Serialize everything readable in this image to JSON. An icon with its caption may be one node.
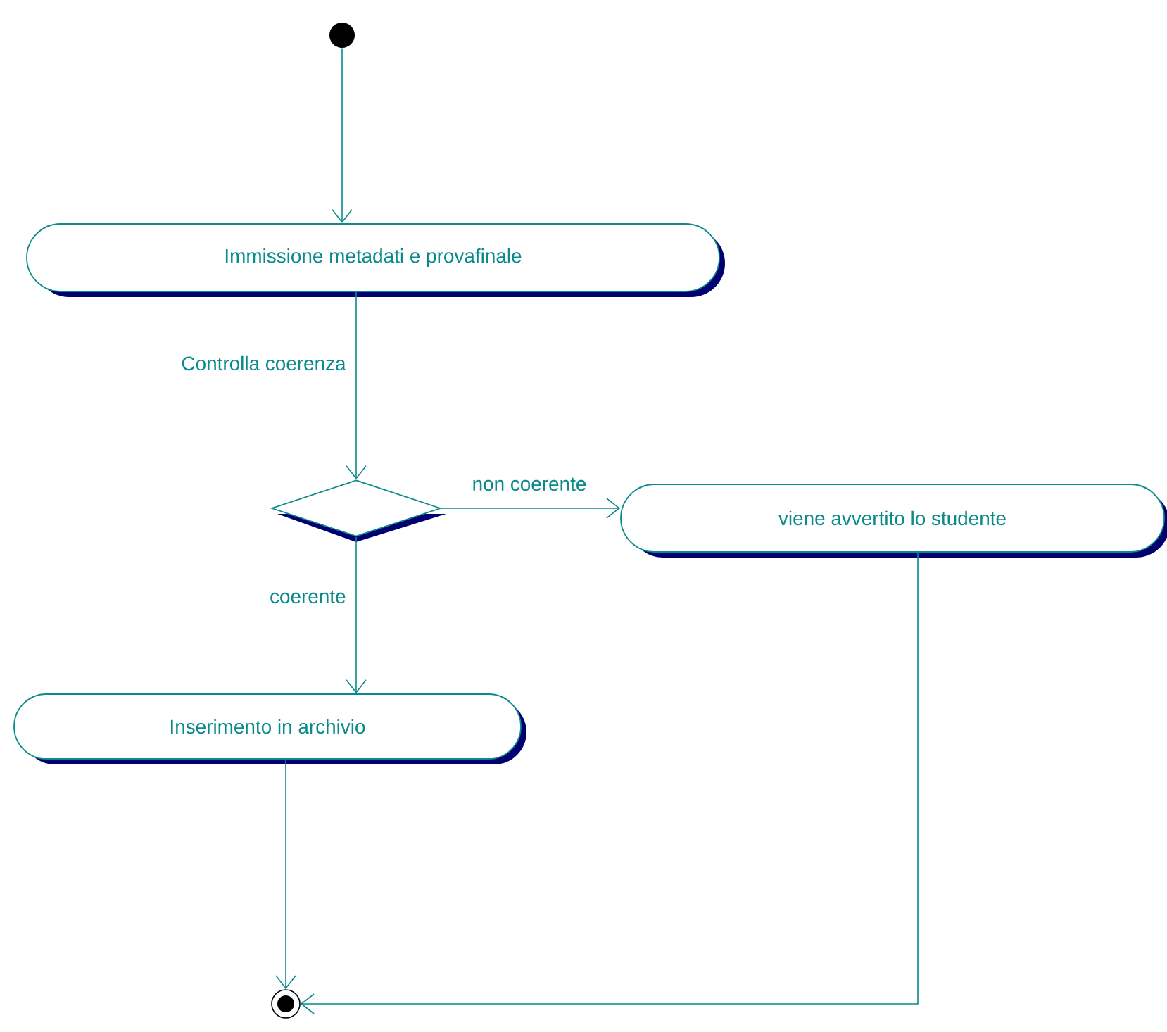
{
  "diagram": {
    "nodes": [
      {
        "text": [],
        "shape": "circle"
      },
      {
        "text": [
          "Immissione metadati e provafinale"
        ]
      },
      {
        "text": [],
        "shape": "diamond"
      },
      {
        "text": [
          "viene avvertito lo studente"
        ]
      },
      {
        "text": [
          "Inserimento in archivio"
        ]
      },
      {
        "text": [],
        "shape": "circle"
      }
    ],
    "edges": [
      {
        "from": 0,
        "to": 1,
        "arrow": "to"
      },
      {
        "from": 1,
        "to": 2,
        "arrow": "to",
        "label": "Controlla coerenza"
      },
      {
        "from": 2,
        "to": 3,
        "arrow": "to",
        "label": "non coerente"
      },
      {
        "from": 2,
        "to": 4,
        "arrow": "to",
        "label": "coerente"
      },
      {
        "from": 4,
        "to": 5,
        "arrow": "to"
      },
      {
        "from": 3,
        "to": 5,
        "arrow": "to"
      }
    ]
  }
}
